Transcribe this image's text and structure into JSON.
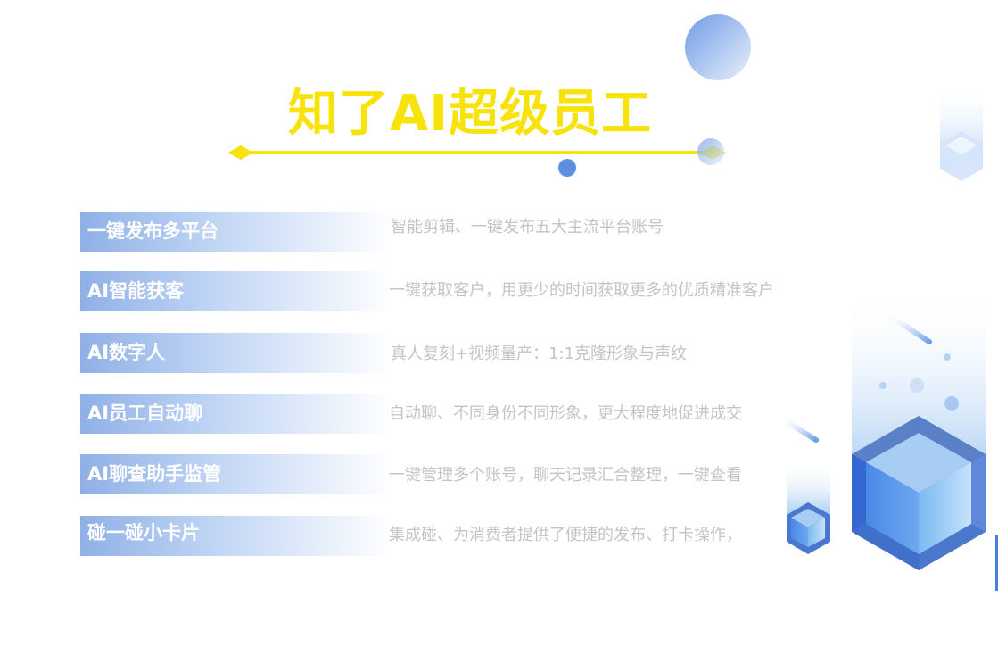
{
  "title": "知了AI超级员工",
  "features": [
    {
      "label": "一键发布多平台",
      "desc": "智能剪辑、一键发布五大主流平台账号"
    },
    {
      "label": "AI智能获客",
      "desc": "一键获取客户，用更少的时间获取更多的优质精准客户"
    },
    {
      "label": "AI数字人",
      "desc": "真人复刻+视频量产：1:1克隆形象与声纹"
    },
    {
      "label": "AI员工自动聊",
      "desc": "自动聊、不同身份不同形象，更大程度地促进成交"
    },
    {
      "label": "AI聊查助手监管",
      "desc": "一键管理多个账号，聊天记录汇合整理，一键查看"
    },
    {
      "label": "碰一碰小卡片",
      "desc": "集成碰、为消费者提供了便捷的发布、打卡操作，"
    }
  ],
  "colors": {
    "title": "#f7e30a",
    "accent": "#4a7fe0"
  }
}
